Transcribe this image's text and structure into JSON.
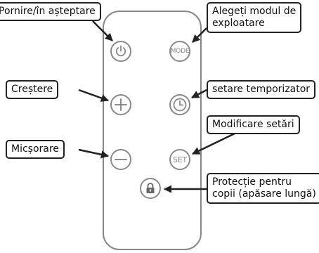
{
  "labels": {
    "power": "Pornire/în așteptare",
    "mode_line1": "Alegeți modul de",
    "mode_line2": "exploatare",
    "increase": "Creștere",
    "timer": "setare temporizator",
    "settings": "Modificare setări",
    "decrease": "Micșorare",
    "child_lock_line1": "Protecție pentru",
    "child_lock_line2": "copii (apăsare lungă)"
  },
  "buttons": {
    "mode": "MODE",
    "set": "SET"
  },
  "colors": {
    "remote_outline": "#888888",
    "button_outline": "#8a8a8a",
    "lock_fill": "#666666",
    "callout_border": "#222222"
  }
}
